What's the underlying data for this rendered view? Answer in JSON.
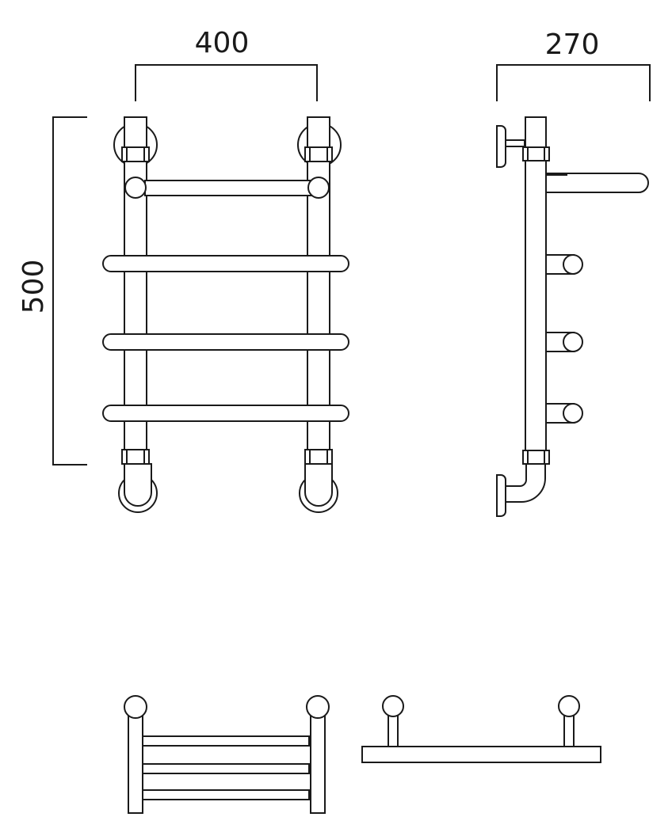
{
  "dimensions": {
    "width_label": "400",
    "depth_label": "270",
    "height_label": "500"
  },
  "colors": {
    "line": "#1a1a1a",
    "background": "#ffffff"
  }
}
